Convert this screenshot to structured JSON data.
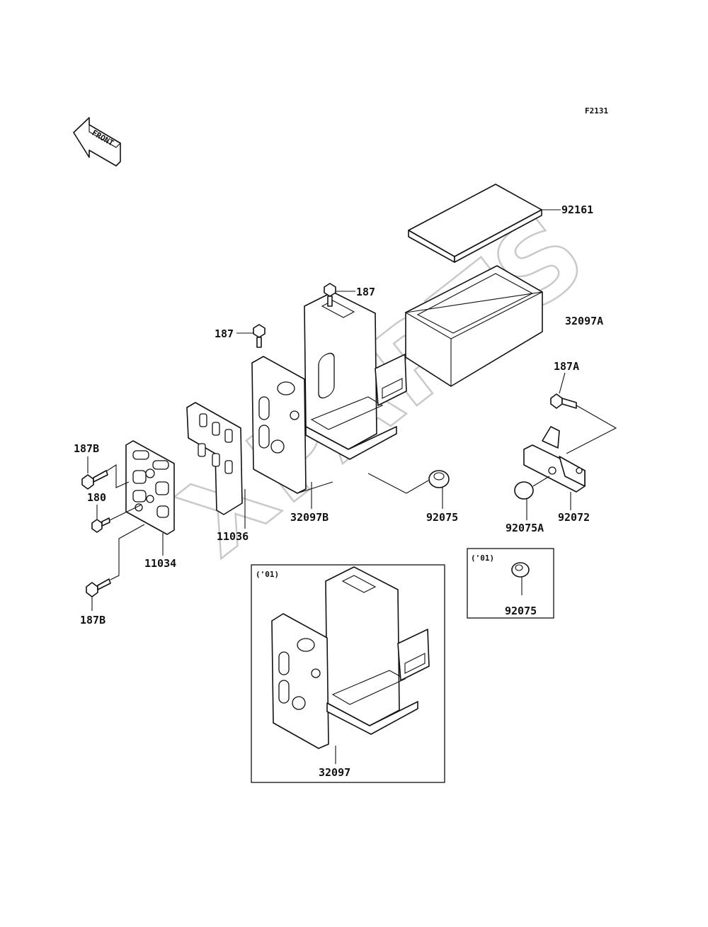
{
  "figure_code": "F2131",
  "front_arrow": {
    "text": "FRONT",
    "icon": "front-direction-arrow-icon"
  },
  "watermark": "XPARTS",
  "parts": {
    "p92161": "92161",
    "p32097A": "32097A",
    "p187_top": "187",
    "p187_left": "187",
    "p187A": "187A",
    "p187B_top": "187B",
    "p180": "180",
    "p11034": "11034",
    "p11036": "11036",
    "p32097B": "32097B",
    "p92075": "92075",
    "p92075A": "92075A",
    "p92072": "92072",
    "p187B_bottom": "187B",
    "p32097": "32097",
    "p92075_inset": "92075"
  },
  "insets": {
    "main_note": "('01)",
    "small_note": "('01)"
  }
}
